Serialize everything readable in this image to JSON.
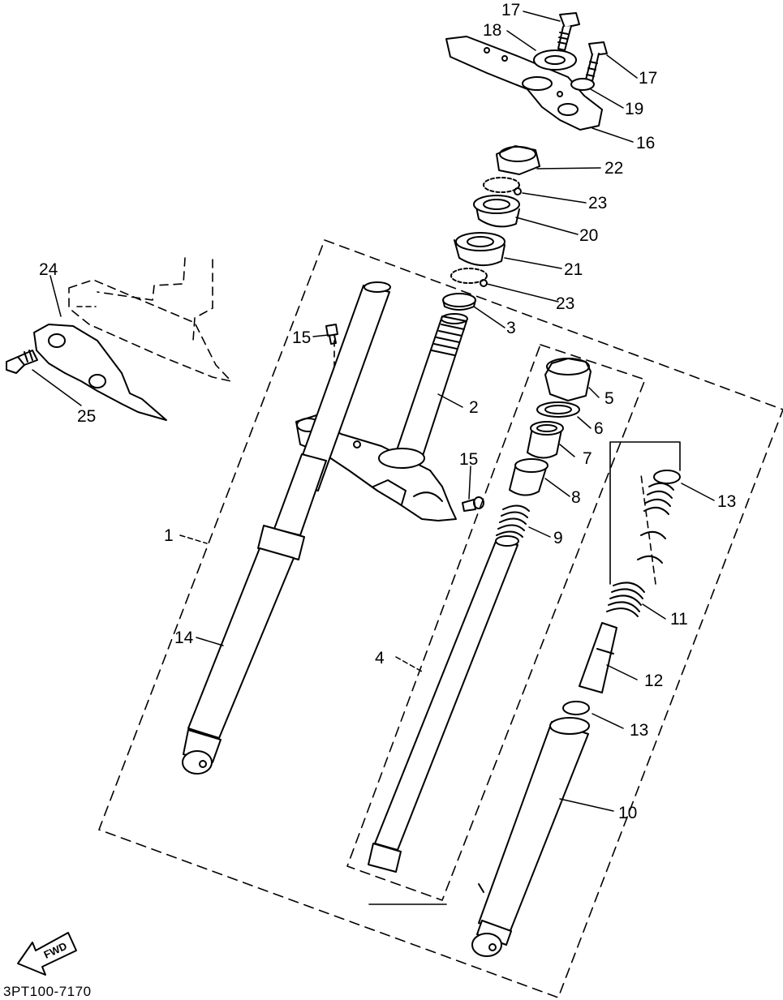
{
  "diagram": {
    "callouts": [
      "1",
      "2",
      "3",
      "4",
      "5",
      "6",
      "7",
      "8",
      "9",
      "10",
      "11",
      "12",
      "13",
      "13",
      "14",
      "15",
      "15",
      "16",
      "17",
      "17",
      "18",
      "19",
      "20",
      "21",
      "22",
      "23",
      "23",
      "24",
      "25"
    ],
    "fwd_label": "FWD",
    "code": "3PT100-7170"
  },
  "colors": {
    "ink": "#000000",
    "paper": "#ffffff"
  }
}
